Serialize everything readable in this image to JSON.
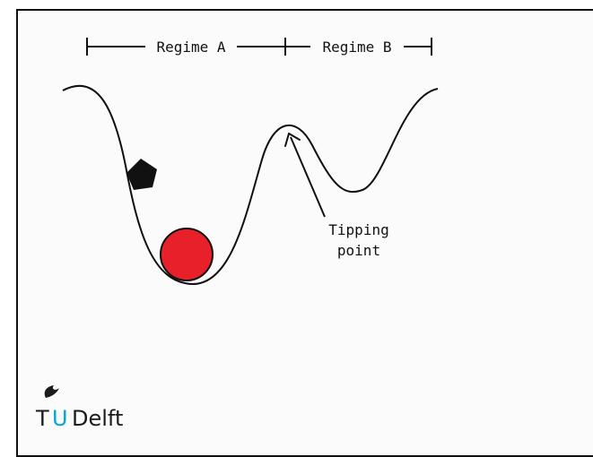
{
  "regimes": {
    "a_label": "Regime A",
    "b_label": "Regime B"
  },
  "annotation": {
    "line1": "Tipping",
    "line2": "point"
  },
  "logo": {
    "t": "T",
    "u": "U",
    "delft": "Delft"
  },
  "colors": {
    "ball": "#e8202a",
    "pentagon": "#111111",
    "logo_accent": "#00a6d6",
    "line": "#111111"
  },
  "icons": {
    "ball": "circle",
    "pentagon": "pentagon",
    "arrow": "arrow-up-left",
    "logo": "tu-delft-flame-logo"
  }
}
